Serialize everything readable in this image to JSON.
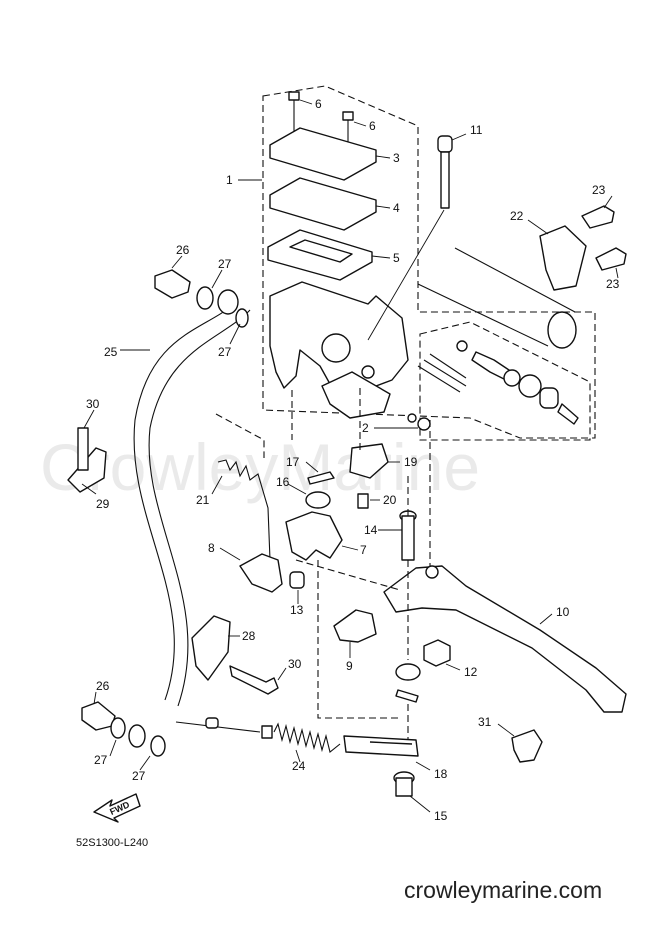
{
  "watermark": "CrowleyMarine",
  "website": "crowleymarine.com",
  "diagram_code": "52S1300-L240",
  "fwd_label": "FWD",
  "callouts": {
    "c1": "1",
    "c2": "2",
    "c3": "3",
    "c4": "4",
    "c5": "5",
    "c6a": "6",
    "c6b": "6",
    "c7": "7",
    "c8": "8",
    "c9": "9",
    "c10": "10",
    "c11": "11",
    "c12": "12",
    "c13": "13",
    "c14": "14",
    "c15": "15",
    "c16": "16",
    "c17": "17",
    "c18": "18",
    "c19": "19",
    "c20": "20",
    "c21": "21",
    "c22": "22",
    "c23a": "23",
    "c23b": "23",
    "c24": "24",
    "c25": "25",
    "c26a": "26",
    "c26b": "26",
    "c27a": "27",
    "c27b": "27",
    "c27c": "27",
    "c27d": "27",
    "c28": "28",
    "c29": "29",
    "c30a": "30",
    "c30b": "30",
    "c31": "31"
  }
}
